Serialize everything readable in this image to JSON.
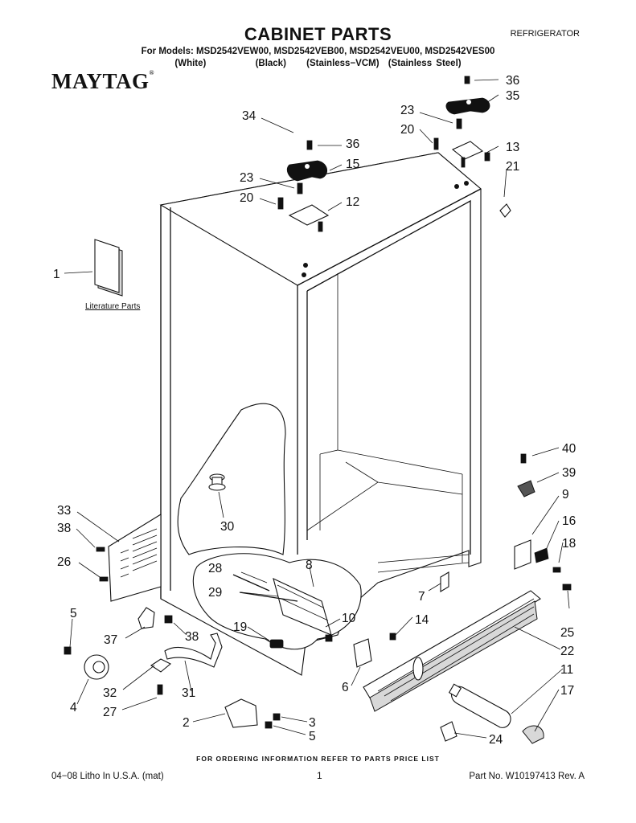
{
  "header": {
    "title": "CABINET PARTS",
    "category": "REFRIGERATOR",
    "models_line": "For Models: MSD2542VEW00, MSD2542VEB00, MSD2542VEU00, MSD2542VES00",
    "variants": [
      "(White)",
      "(Black)",
      "(Stainless−VCM)",
      "(Stainless Steel)"
    ],
    "brand": "MAYTAG",
    "brand_mark": "®"
  },
  "diagram": {
    "literature_label": "Literature Parts",
    "callouts": [
      "36",
      "35",
      "34",
      "23",
      "20",
      "13",
      "36",
      "15",
      "21",
      "23",
      "20",
      "12",
      "1",
      "40",
      "39",
      "9",
      "16",
      "18",
      "33",
      "38",
      "30",
      "26",
      "8",
      "28",
      "29",
      "7",
      "25",
      "5",
      "10",
      "14",
      "37",
      "38",
      "19",
      "22",
      "11",
      "6",
      "32",
      "31",
      "17",
      "4",
      "27",
      "2",
      "3",
      "5",
      "24"
    ]
  },
  "footer": {
    "note": "FOR ORDERING INFORMATION REFER TO PARTS PRICE LIST",
    "print_info": "04−08 Litho In U.S.A. (mat)",
    "page_number": "1",
    "part_number": "Part No. W10197413 Rev. A"
  }
}
